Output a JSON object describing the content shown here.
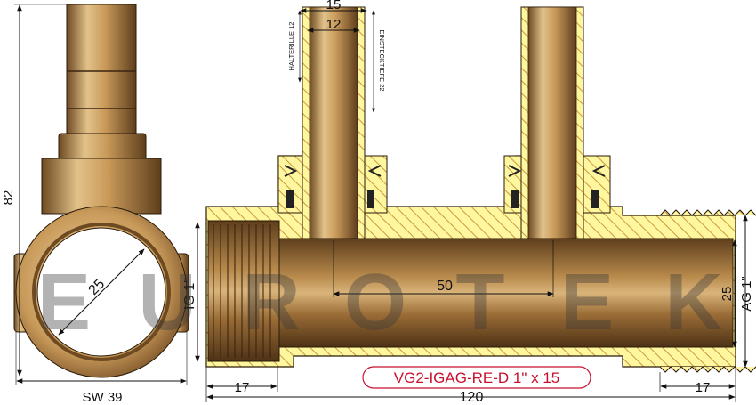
{
  "colors": {
    "brass_light": "#e2c28a",
    "brass_mid": "#b8884a",
    "brass_dark": "#6e4a22",
    "section_fill": "#fff6a0",
    "hatch": "#c89a3c",
    "seal": "#222222",
    "outline": "#2a1a08",
    "badge": "#c8102e",
    "background": "#ffffff"
  },
  "watermark": {
    "letters": [
      "E",
      "U",
      "R",
      "O",
      "T",
      "E",
      "K"
    ]
  },
  "side_view": {
    "height_dim": "82",
    "bore_dim": "25",
    "wrench_dim": "SW 39"
  },
  "section_view": {
    "pipe_outer_dim": "15",
    "pipe_inner_dim": "12",
    "note_retention": "HALTERILLE 12",
    "note_insertion": "EINSTECKTIEFE 22",
    "female_thread": "IG 1\"",
    "male_thread": "AG 1\"",
    "bore_dim": "25",
    "pitch_dim": "50",
    "left_thread_len": "17",
    "right_thread_len": "17",
    "overall_len": "120"
  },
  "product_code": "VG2-IGAG-RE-D 1\" x 15"
}
